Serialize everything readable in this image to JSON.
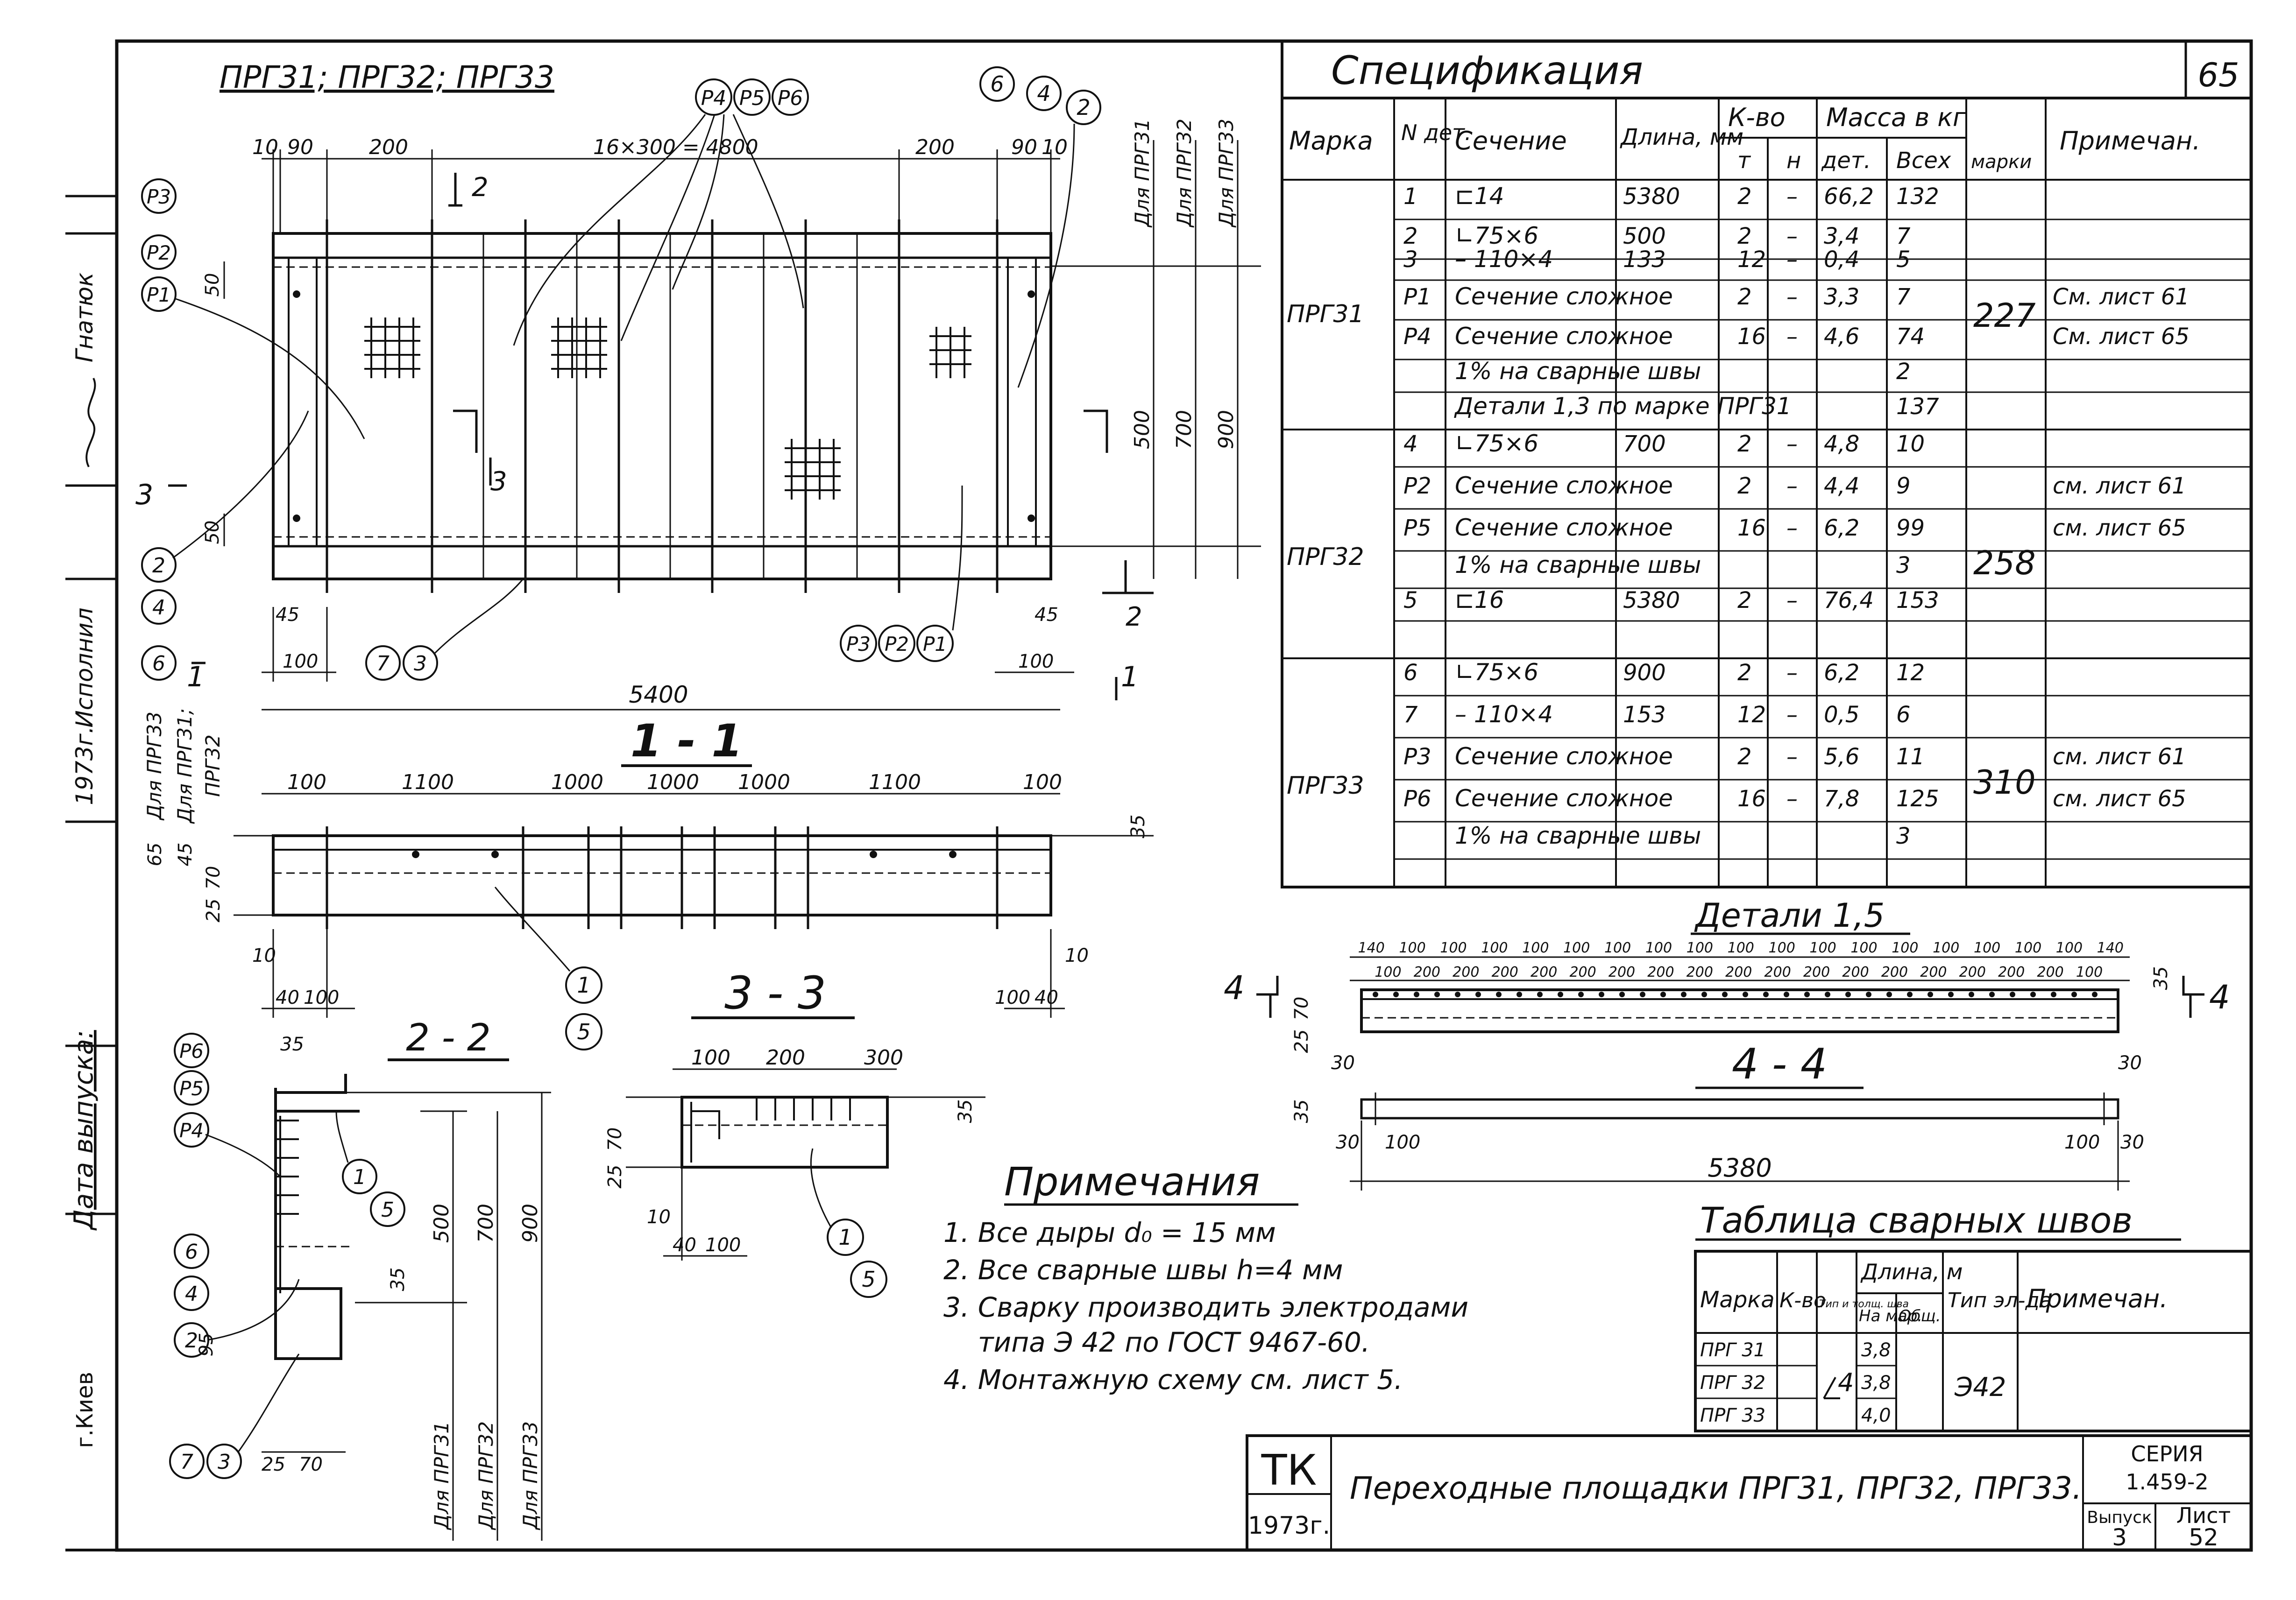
{
  "side_stamp": {
    "ispolnil": "Исполнил",
    "name": "Гнатюк",
    "year": "1973г.",
    "date_label": "Дата выпуска:",
    "city": "г.Киев"
  },
  "plan": {
    "title": "ПРГ31; ПРГ32; ПРГ33",
    "dims_top": [
      "10",
      "90",
      "200",
      "16×300 = 4800",
      "200",
      "90",
      "10"
    ],
    "dims_right": [
      "500",
      "700",
      "900"
    ],
    "for_labels": [
      "Для ПРГ31",
      "Для ПРГ32",
      "Для ПРГ33"
    ],
    "dims_left": [
      "50",
      "50",
      "45",
      "100"
    ],
    "dims_br": [
      "45",
      "100"
    ],
    "overall": "5400",
    "callouts_top": [
      "Р4",
      "Р5",
      "Р6"
    ],
    "callouts_tr": [
      "6",
      "4",
      "2"
    ],
    "callouts_left": [
      "Р3",
      "Р2",
      "Р1"
    ],
    "callouts_left2": [
      "2",
      "4",
      "6"
    ],
    "callouts_bottom": [
      "7",
      "3"
    ],
    "callouts_br": [
      "Р3",
      "Р2",
      "Р1"
    ],
    "cuts": [
      "1",
      "2",
      "3"
    ]
  },
  "section_11": {
    "title": "1 - 1",
    "dims": [
      "100",
      "1100",
      "1000",
      "1000",
      "1000",
      "1100",
      "100"
    ],
    "left_dims": [
      "65",
      "45",
      "25",
      "70",
      "10",
      "40",
      "100"
    ],
    "right_dims": [
      "35",
      "10",
      "100",
      "40"
    ],
    "for_left": [
      "Для ПРГ33",
      "Для ПРГ31;",
      "ПРГ32"
    ],
    "callouts": [
      "1",
      "5"
    ]
  },
  "section_22": {
    "title": "2 - 2",
    "dims_top": "35",
    "callouts_left": [
      "Р6",
      "Р5",
      "Р4"
    ],
    "callouts_mid": [
      "6",
      "4",
      "2"
    ],
    "callouts_right": [
      "1",
      "5"
    ],
    "callouts_bottom": [
      "7",
      "3"
    ],
    "bottom_dims": [
      "95",
      "25",
      "70",
      "35"
    ],
    "right_dims": [
      "500",
      "700",
      "900"
    ],
    "for_labels": [
      "Для ПРГ31",
      "Для ПРГ32",
      "Для ПРГ33"
    ]
  },
  "section_33": {
    "title": "3 - 3",
    "dims_top": [
      "100",
      "200",
      "300"
    ],
    "dims_left": [
      "25",
      "70",
      "10",
      "40",
      "100"
    ],
    "dims_right": "35",
    "callouts": [
      "1",
      "5"
    ]
  },
  "notes": {
    "heading": "Примечания",
    "items": [
      "1. Все дыры d₀ = 15 мм",
      "2. Все сварные швы h=4 мм",
      "3. Сварку производить электродами",
      "    типа Э 42 по ГОСТ 9467-60.",
      "4. Монтажную схему см. лист 5."
    ]
  },
  "spec": {
    "title": "Спецификация",
    "page": "65",
    "headers": {
      "marka": "Марка",
      "n": "N дет.",
      "sechenie": "Сечение",
      "dlina": "Длина, мм",
      "kvo": "К-во",
      "t": "т",
      "n2": "н",
      "massa": "Масса в кг",
      "det": "дет.",
      "vseh": "Всех",
      "marki": "марки",
      "prim": "Примечан."
    },
    "rows": [
      [
        "1",
        "⊏14",
        "5380",
        "2",
        "–",
        "66,2",
        "132",
        "",
        ""
      ],
      [
        "2",
        "∟75×6",
        "500",
        "2",
        "–",
        "3,4",
        "7",
        "",
        ""
      ],
      [
        "3",
        "– 110×4",
        "133",
        "12",
        "–",
        "0,4",
        "5",
        "",
        ""
      ],
      [
        "Р1",
        "Сечение сложное",
        "",
        "2",
        "–",
        "3,3",
        "7",
        "",
        "См. лист 61"
      ],
      [
        "Р4",
        "Сечение сложное",
        "",
        "16",
        "–",
        "4,6",
        "74",
        "",
        "См. лист 65"
      ],
      [
        "",
        "1% на сварные швы",
        "",
        "",
        "",
        "",
        "2",
        "",
        ""
      ],
      [
        "",
        "Детали 1,3 по марке ПРГ31",
        "",
        "",
        "",
        "",
        "137",
        "",
        ""
      ],
      [
        "4",
        "∟75×6",
        "700",
        "2",
        "–",
        "4,8",
        "10",
        "",
        ""
      ],
      [
        "Р2",
        "Сечение сложное",
        "",
        "2",
        "–",
        "4,4",
        "9",
        "",
        "см. лист 61"
      ],
      [
        "Р5",
        "Сечение сложное",
        "",
        "16",
        "–",
        "6,2",
        "99",
        "",
        "см. лист 65"
      ],
      [
        "",
        "1% на сварные швы",
        "",
        "",
        "",
        "",
        "3",
        "",
        ""
      ],
      [
        "5",
        "⊏16",
        "5380",
        "2",
        "–",
        "76,4",
        "153",
        "",
        ""
      ],
      [
        "6",
        "∟75×6",
        "900",
        "2",
        "–",
        "6,2",
        "12",
        "",
        ""
      ],
      [
        "7",
        "– 110×4",
        "153",
        "12",
        "–",
        "0,5",
        "6",
        "",
        ""
      ],
      [
        "Р3",
        "Сечение сложное",
        "",
        "2",
        "–",
        "5,6",
        "11",
        "",
        "см. лист 61"
      ],
      [
        "Р6",
        "Сечение сложное",
        "",
        "16",
        "–",
        "7,8",
        "125",
        "",
        "см. лист 65"
      ],
      [
        "",
        "1% на сварные швы",
        "",
        "",
        "",
        "",
        "3",
        "",
        ""
      ]
    ],
    "marks": [
      {
        "name": "ПРГ31",
        "total": "227"
      },
      {
        "name": "ПРГ32",
        "total": "258"
      },
      {
        "name": "ПРГ33",
        "total": "310"
      }
    ]
  },
  "details_15": {
    "title": "Детали 1,5",
    "dims_top": [
      "140",
      "100",
      "100",
      "100",
      "100",
      "100",
      "100",
      "100",
      "100",
      "100",
      "100",
      "100",
      "100",
      "100",
      "100",
      "100",
      "100",
      "100",
      "140"
    ],
    "dims_top2": [
      "100",
      "200",
      "200",
      "200",
      "200",
      "200",
      "200",
      "200",
      "200",
      "200",
      "200",
      "200",
      "200",
      "200",
      "200",
      "200",
      "200",
      "200",
      "100"
    ],
    "cut": "4",
    "left_dims": [
      "25",
      "70",
      "30"
    ],
    "right_dims": [
      "35",
      "30"
    ],
    "section_title": "4 - 4",
    "bottom_left": [
      "35",
      "30",
      "100"
    ],
    "bottom_right": [
      "100",
      "30"
    ],
    "length": "5380"
  },
  "weld_table": {
    "title": "Таблица сварных швов",
    "headers": {
      "marka": "Марка",
      "kvo": "К-во",
      "tip": "Тип и толщ. шва",
      "dlina": "Длина, м",
      "na_mar": "На мар.",
      "obsh": "Общ.",
      "tip_el": "Тип эл-да",
      "prim": "Примечан."
    },
    "rows": [
      [
        "ПРГ 31",
        "3,8"
      ],
      [
        "ПРГ 32",
        "3,8"
      ],
      [
        "ПРГ 33",
        "4,0"
      ]
    ],
    "weld_size": "4",
    "electrode": "Э42"
  },
  "titleblock": {
    "tk": "ТК",
    "year": "1973г.",
    "title": "Переходные площадки ПРГ31, ПРГ32, ПРГ33.",
    "seria_label": "СЕРИЯ",
    "seria": "1.459-2",
    "vypusk_label": "Выпуск",
    "vypusk": "3",
    "list_label": "Лист",
    "list": "52"
  }
}
